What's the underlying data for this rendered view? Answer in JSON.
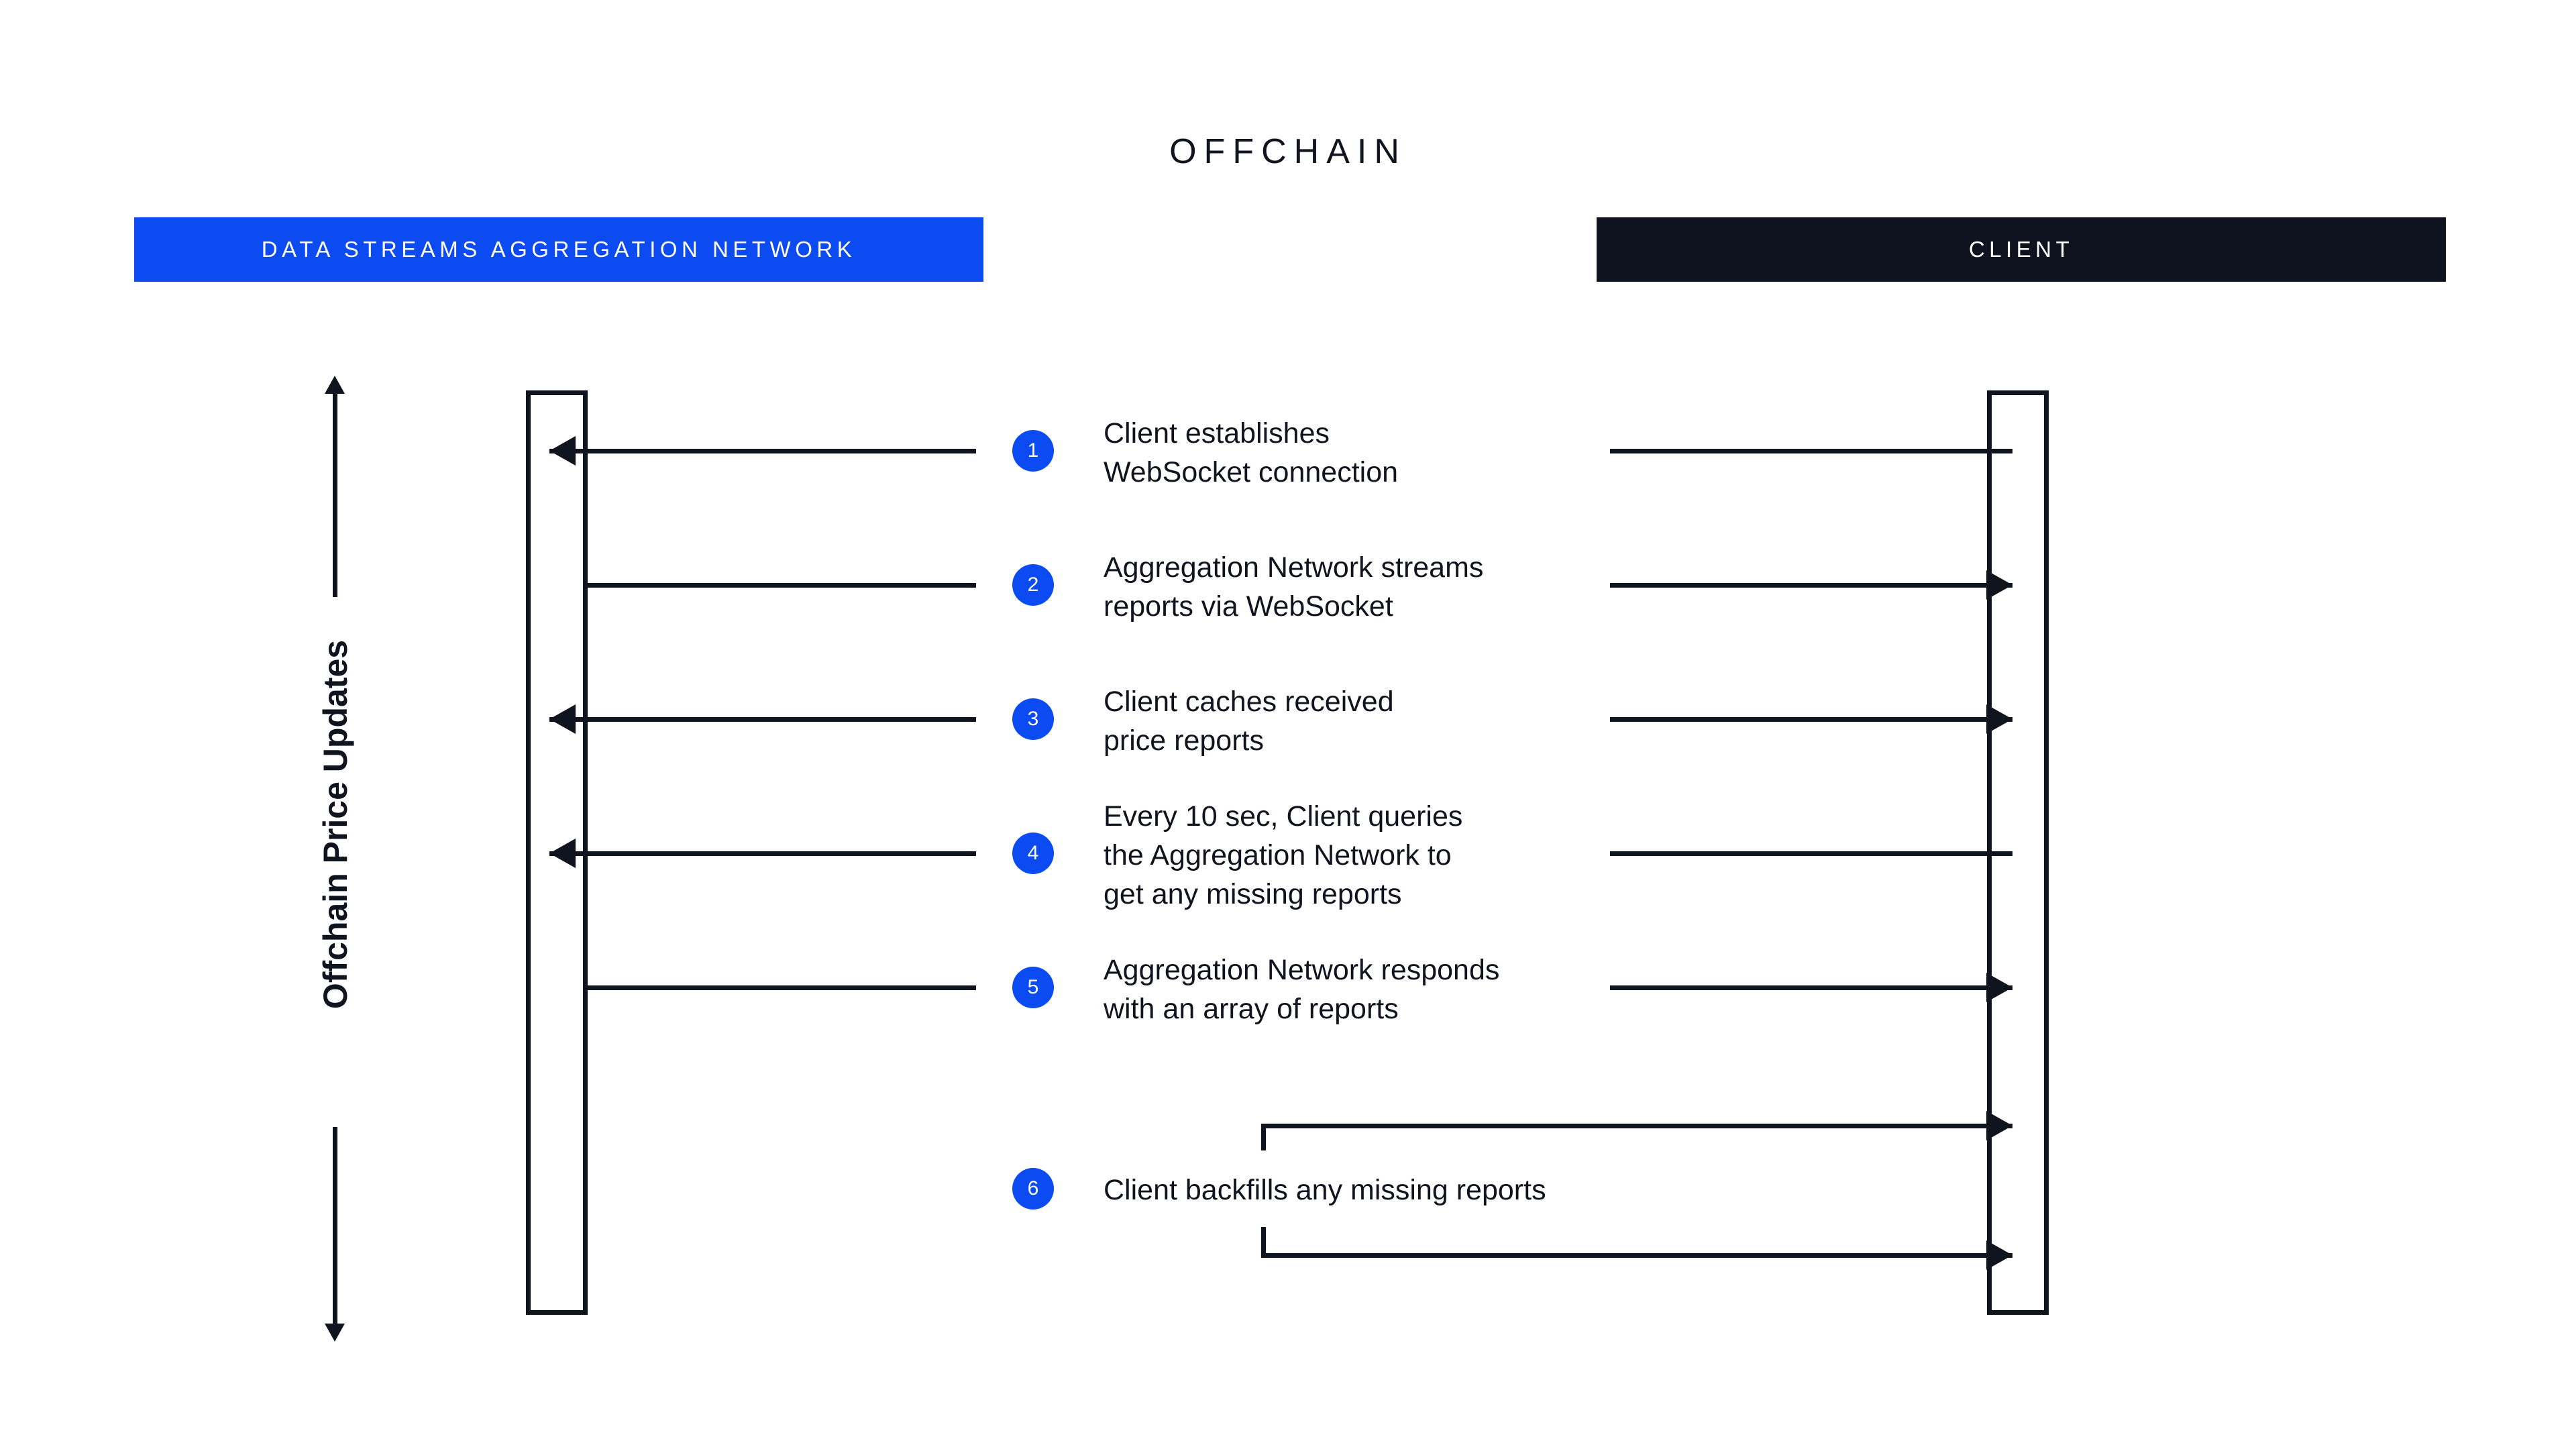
{
  "title": "OFFCHAIN",
  "colors": {
    "accent_blue": "#0d4bf2",
    "dark": "#0e131f",
    "background": "#ffffff"
  },
  "banners": {
    "left": "DATA STREAMS AGGREGATION NETWORK",
    "right": "CLIENT"
  },
  "axis": {
    "label": "Offchain Price Updates",
    "arrow_up": "arrow-up-icon",
    "arrow_down": "arrow-down-icon"
  },
  "lanes": {
    "left_name": "Data Streams Aggregation Network",
    "right_name": "Client"
  },
  "steps": [
    {
      "number": "1",
      "text": "Client establishes\nWebSocket connection",
      "direction": "right-to-left"
    },
    {
      "number": "2",
      "text": "Aggregation Network streams\nreports via WebSocket",
      "direction": "left-to-right"
    },
    {
      "number": "3",
      "text": "Client caches received\nprice reports",
      "direction": "right-to-left"
    },
    {
      "number": "4",
      "text": "Every 10 sec, Client queries\nthe Aggregation Network to\nget any missing reports",
      "direction": "right-to-left"
    },
    {
      "number": "5",
      "text": "Aggregation Network responds\nwith an array of reports",
      "direction": "left-to-right"
    },
    {
      "number": "6",
      "text": "Client backfills any missing reports",
      "direction": "self-loop"
    }
  ]
}
